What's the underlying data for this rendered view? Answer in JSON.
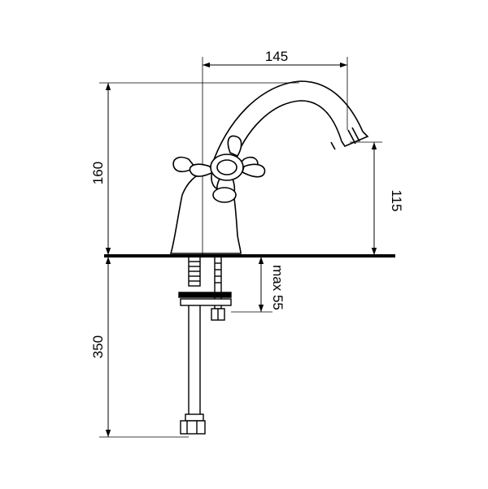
{
  "dimensions": {
    "spout_reach": "145",
    "height_above_counter": "160",
    "spout_height": "115",
    "max_counter_thickness": "max 55",
    "hose_length": "350"
  },
  "colors": {
    "line": "#000000",
    "background": "#ffffff"
  }
}
